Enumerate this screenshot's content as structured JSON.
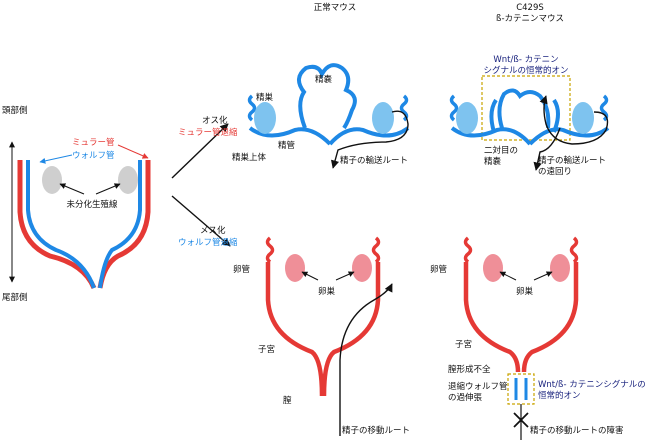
{
  "headers": {
    "normal_mouse": "正常マウス",
    "mutant_line1": "C429S",
    "mutant_line2": "ß-カテニンマウス"
  },
  "axis": {
    "head": "頭部側",
    "tail": "尾部側"
  },
  "undiff": {
    "muller": "ミュラー管",
    "wolff": "ウォルフ管",
    "gonad": "未分化生殖線"
  },
  "arrows": {
    "male_line1": "オス化",
    "male_line2": "ミュラー管退縮",
    "female_line1": "メス化",
    "female_line2": "ウォルフ管退縮"
  },
  "male_normal": {
    "seminal_vesicle": "精嚢",
    "testis": "精巣",
    "epididymis": "精巣上体",
    "vas_deferens": "精管",
    "route": "精子の輸送ルート"
  },
  "male_mutant": {
    "signal_line1": "Wnt/ß- カテニン",
    "signal_line2": "シグナルの恒常的オン",
    "second_pair_line1": "二対目の",
    "second_pair_line2": "精嚢",
    "route_line1": "精子の輸送ルート",
    "route_line2": "の遠回り"
  },
  "female_normal": {
    "oviduct": "卵管",
    "ovary": "卵巣",
    "uterus": "子宮",
    "vagina": "膣",
    "route": "精子の移動ルート"
  },
  "female_mutant": {
    "oviduct": "卵管",
    "ovary": "卵巣",
    "uterus": "子宮",
    "vagina_incomplete": "膣形成不全",
    "wolff_line1": "退縮ウォルフ管",
    "wolff_line2": "の過伸張",
    "signal_line1": "Wnt/ß- カテニンシグナルの",
    "signal_line2": "恒常的オン",
    "route_blocked": "精子の移動ルートの障害"
  },
  "colors": {
    "red": "#e53935",
    "blue": "#1e88e5",
    "testis": "#7ec3ef",
    "ovary": "#ef8f98",
    "gonad_gray": "#cfcfcf",
    "highlight": "#c9a400",
    "navy": "#1a237e"
  }
}
